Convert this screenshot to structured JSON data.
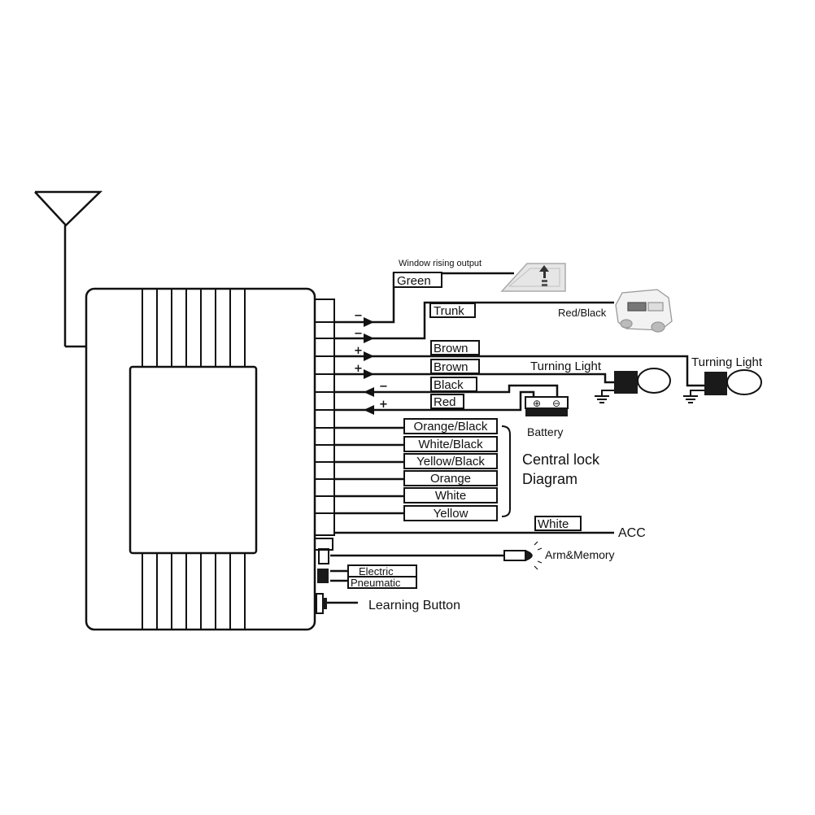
{
  "colors": {
    "line": "#111111",
    "fill": "#1a1a1a",
    "background": "#ffffff",
    "light": "#bfbfbf"
  },
  "wire_labels": {
    "green": "Green",
    "trunk": "Trunk",
    "brown1": "Brown",
    "brown2": "Brown",
    "black": "Black",
    "red": "Red",
    "central_lock": [
      "Orange/Black",
      "White/Black",
      "Yellow/Black",
      "Orange",
      "White",
      "Yellow"
    ],
    "white_acc": "White",
    "electric": "Electric",
    "pneumatic": "Pneumatic"
  },
  "signs": {
    "minus": "−",
    "plus": "+"
  },
  "callouts": {
    "window_rising": "Window rising output",
    "red_black": "Red/Black",
    "turning_light_1": "Turning Light",
    "turning_light_2": "Turning Light",
    "battery": "Battery",
    "battery_plus": "⊕",
    "battery_minus": "⊖",
    "central_lock_line1": "Central lock",
    "central_lock_line2": "Diagram",
    "acc": "ACC",
    "arm_memory": "Arm&Memory",
    "learning_button": "Learning Button"
  },
  "icons": [
    "antenna-icon",
    "window-icon",
    "car-rear-icon",
    "turning-light-icon",
    "ground-icon",
    "battery-icon",
    "led-icon",
    "push-button-icon"
  ]
}
